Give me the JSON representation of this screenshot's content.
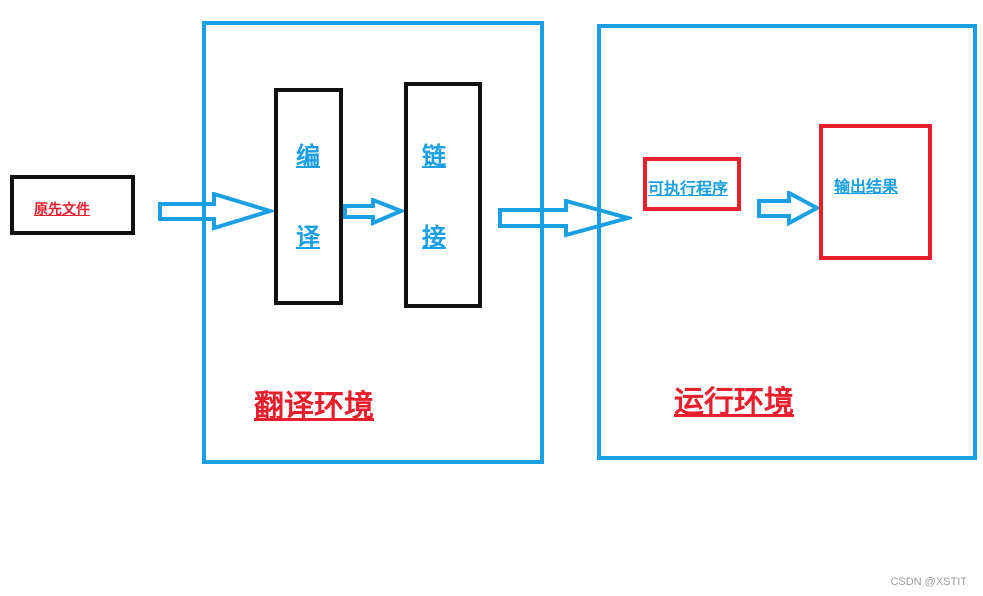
{
  "source_file": {
    "label": "原先文件"
  },
  "translation_env": {
    "label": "翻译环境",
    "compile": {
      "char1": "编",
      "char2": "译"
    },
    "link": {
      "char1": "链",
      "char2": "接"
    }
  },
  "runtime_env": {
    "label": "运行环境",
    "executable": {
      "label": "可执行程序"
    },
    "output": {
      "label": "输出结果"
    }
  },
  "watermark": "CSDN @XSTIT",
  "colors": {
    "blue": "#1a9fe3",
    "red": "#e8202e",
    "black": "#111111"
  }
}
